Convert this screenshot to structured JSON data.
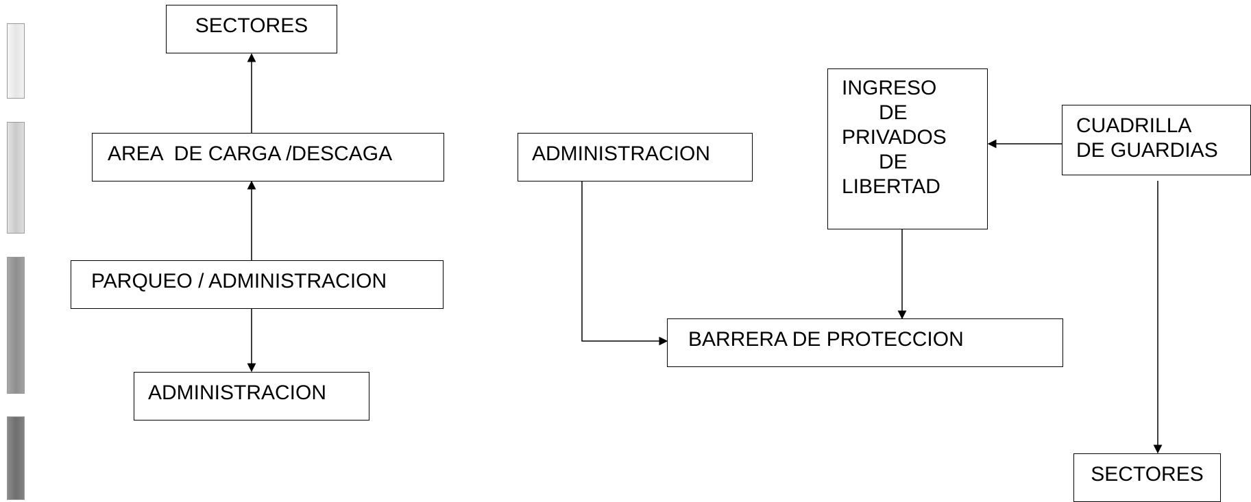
{
  "nodes": {
    "sectores_top": "SECTORES",
    "area_carga": "AREA  DE CARGA /DESCAGA",
    "parqueo": "PARQUEO / ADMINISTRACION",
    "administracion_left": "ADMINISTRACION",
    "administracion_mid": "ADMINISTRACION",
    "ingreso": [
      "INGRESO",
      "DE",
      "PRIVADOS",
      "DE",
      "LIBERTAD"
    ],
    "cuadrilla": [
      "CUADRILLA",
      "DE GUARDIAS"
    ],
    "barrera": "BARRERA DE PROTECCION",
    "sectores_bottom": "SECTORES"
  },
  "edges": [
    {
      "from": "area_carga",
      "to": "sectores_top"
    },
    {
      "from": "parqueo",
      "to": "area_carga"
    },
    {
      "from": "parqueo",
      "to": "administracion_left"
    },
    {
      "from": "administracion_mid",
      "to": "barrera"
    },
    {
      "from": "ingreso",
      "to": "barrera"
    },
    {
      "from": "cuadrilla",
      "to": "ingreso"
    },
    {
      "from": "cuadrilla",
      "to": "sectores_bottom"
    }
  ]
}
